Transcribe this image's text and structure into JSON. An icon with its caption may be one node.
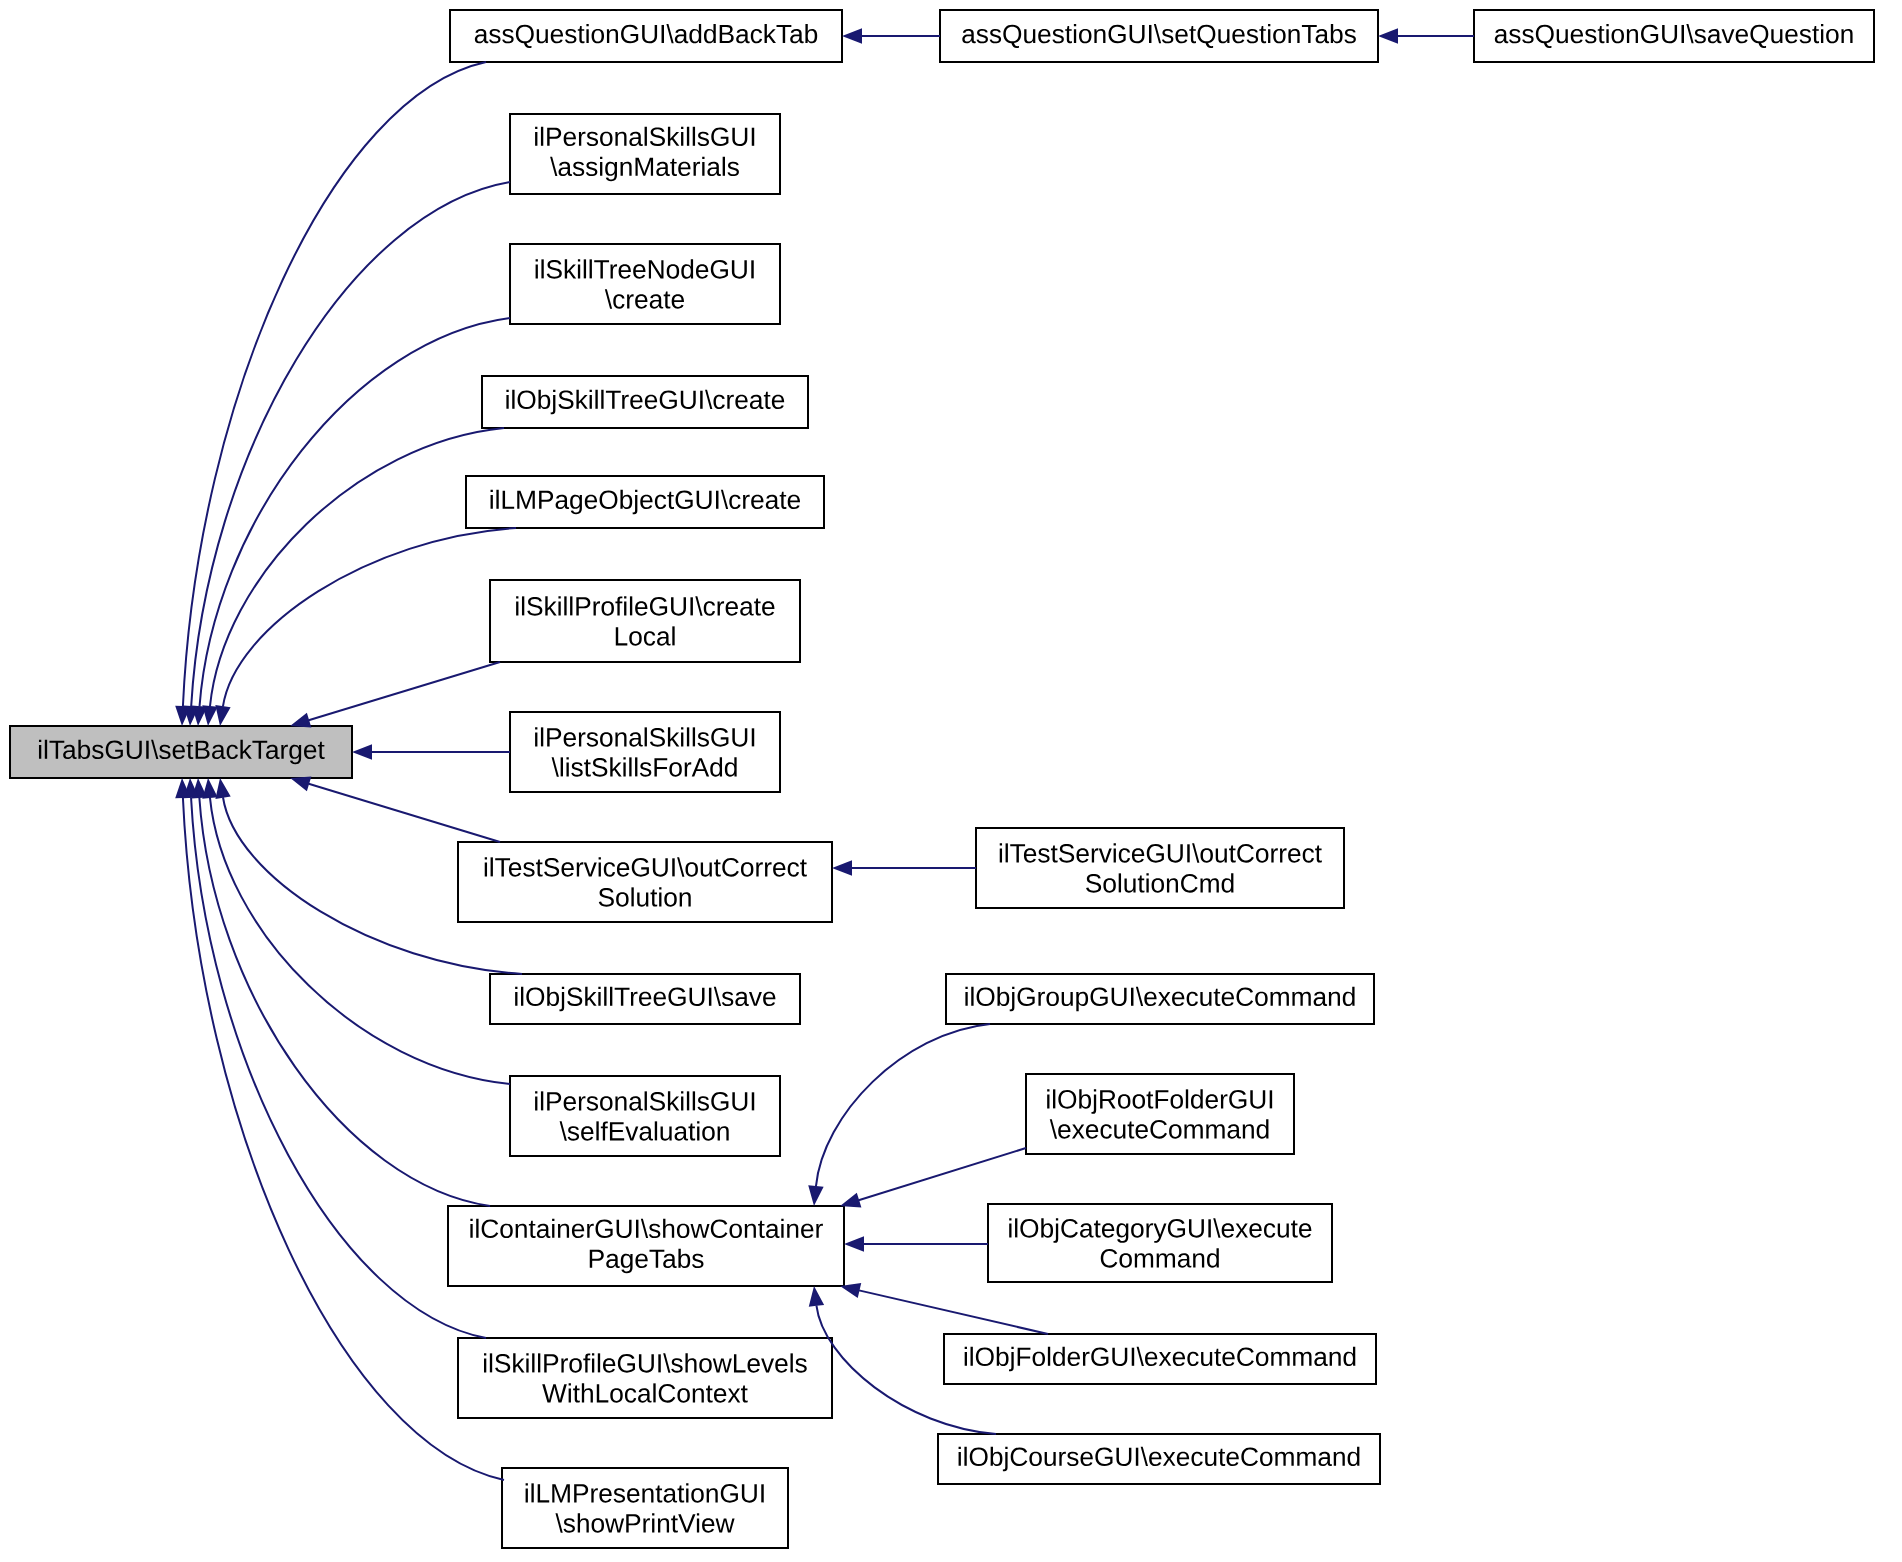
{
  "diagram": {
    "nodes": [
      {
        "text": [
          "ilTabsGUI\\setBackTarget"
        ]
      },
      {
        "text": [
          "assQuestionGUI\\addBackTab"
        ]
      },
      {
        "text": [
          "assQuestionGUI\\setQuestionTabs"
        ]
      },
      {
        "text": [
          "assQuestionGUI\\saveQuestion"
        ]
      },
      {
        "text": [
          "ilPersonalSkillsGUI \\assignMaterials"
        ]
      },
      {
        "text": [
          "ilSkillTreeNodeGUI \\create"
        ]
      },
      {
        "text": [
          "ilObjSkillTreeGUI\\create"
        ]
      },
      {
        "text": [
          "ilLMPageObjectGUI\\create"
        ]
      },
      {
        "text": [
          "ilSkillProfileGUI\\create Local"
        ]
      },
      {
        "text": [
          "ilPersonalSkillsGUI \\listSkillsForAdd"
        ]
      },
      {
        "text": [
          "ilTestServiceGUI\\outCorrect Solution"
        ]
      },
      {
        "text": [
          "ilTestServiceGUI\\outCorrect SolutionCmd"
        ]
      },
      {
        "text": [
          "ilObjSkillTreeGUI\\save"
        ]
      },
      {
        "text": [
          "ilPersonalSkillsGUI \\selfEvaluation"
        ]
      },
      {
        "text": [
          "ilContainerGUI\\showContainer PageTabs"
        ]
      },
      {
        "text": [
          "ilObjGroupGUI\\executeCommand"
        ]
      },
      {
        "text": [
          "ilObjRootFolderGUI \\executeCommand"
        ]
      },
      {
        "text": [
          "ilObjCategoryGUI\\execute Command"
        ]
      },
      {
        "text": [
          "ilObjFolderGUI\\executeCommand"
        ]
      },
      {
        "text": [
          "ilObjCourseGUI\\executeCommand"
        ]
      },
      {
        "text": [
          "ilSkillProfileGUI\\showLevels WithLocalContext"
        ]
      },
      {
        "text": [
          "ilLMPresentationGUI \\showPrintView"
        ]
      }
    ],
    "edges": [
      {
        "from": 1,
        "to": 0,
        "arrow": "to"
      },
      {
        "from": 2,
        "to": 1,
        "arrow": "to"
      },
      {
        "from": 3,
        "to": 2,
        "arrow": "to"
      },
      {
        "from": 4,
        "to": 0,
        "arrow": "to"
      },
      {
        "from": 5,
        "to": 0,
        "arrow": "to"
      },
      {
        "from": 6,
        "to": 0,
        "arrow": "to"
      },
      {
        "from": 7,
        "to": 0,
        "arrow": "to"
      },
      {
        "from": 8,
        "to": 0,
        "arrow": "to"
      },
      {
        "from": 9,
        "to": 0,
        "arrow": "to"
      },
      {
        "from": 10,
        "to": 0,
        "arrow": "to"
      },
      {
        "from": 11,
        "to": 10,
        "arrow": "to"
      },
      {
        "from": 12,
        "to": 0,
        "arrow": "to"
      },
      {
        "from": 13,
        "to": 0,
        "arrow": "to"
      },
      {
        "from": 14,
        "to": 0,
        "arrow": "to"
      },
      {
        "from": 15,
        "to": 14,
        "arrow": "to"
      },
      {
        "from": 16,
        "to": 14,
        "arrow": "to"
      },
      {
        "from": 17,
        "to": 14,
        "arrow": "to"
      },
      {
        "from": 18,
        "to": 14,
        "arrow": "to"
      },
      {
        "from": 19,
        "to": 14,
        "arrow": "to"
      },
      {
        "from": 20,
        "to": 0,
        "arrow": "to"
      },
      {
        "from": 21,
        "to": 0,
        "arrow": "to"
      }
    ]
  }
}
